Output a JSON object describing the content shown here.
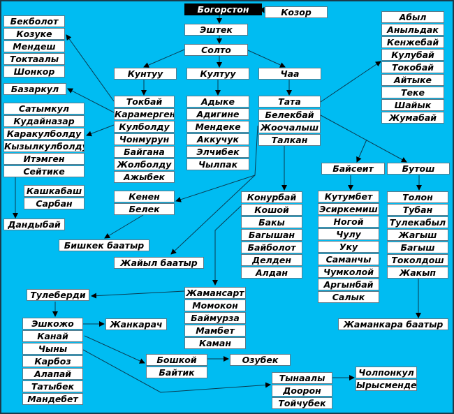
{
  "groups": {
    "root": [
      "Богорстон"
    ],
    "kozor": [
      "Козор"
    ],
    "eshtek": [
      "Эштек"
    ],
    "solto": [
      "Солто"
    ],
    "kuntuu": [
      "Кунтуу"
    ],
    "kultuu": [
      "Култуу"
    ],
    "chaa": [
      "Чаа"
    ],
    "tokbai": [
      "Токбай",
      "Карамерген",
      "Кулболду",
      "Чонмурун",
      "Байгана",
      "Жолболду",
      "Ажыбек"
    ],
    "adyke": [
      "Адыке",
      "Адигине",
      "Мендеке",
      "Аккучук",
      "Элчибек",
      "Чылпак"
    ],
    "tata": [
      "Тата"
    ],
    "belekbai": [
      "Белекбай",
      "Жоочалыш",
      "Талкан"
    ],
    "abyl": [
      "Абыл",
      "Аныльдак",
      "Кенжебай",
      "Кулубай",
      "Токобай",
      "Айтыке",
      "Теке",
      "Шайык",
      "Жумабай"
    ],
    "bekbolot": [
      "Бекболот",
      "Козуке",
      "Мендеш",
      "Токтаалы",
      "Шонкор"
    ],
    "bazarkul": [
      "Базаркул"
    ],
    "satymkul": [
      "Сатымкул",
      "Кудайназар",
      "Каракулболду",
      "Кызылкулболду",
      "Итэмген",
      "Сейтике"
    ],
    "kashkabash": [
      "Кашкабаш",
      "Сарбан"
    ],
    "dandybai": [
      "Дандыбай"
    ],
    "kenen": [
      "Кенен",
      "Белек"
    ],
    "bishkek": [
      "Бишкек баатыр"
    ],
    "jaiyl": [
      "Жайыл баатыр"
    ],
    "konurbai": [
      "Конурбай",
      "Кошой",
      "Бакы",
      "Багышан",
      "Байболот",
      "Делден",
      "Алдан"
    ],
    "baiseit": [
      "Байсеит"
    ],
    "butosh": [
      "Бутош"
    ],
    "kutumbet": [
      "Кутумбет",
      "Эсиркемиш",
      "Ногой",
      "Чулу",
      "Уку",
      "Саманчы",
      "Чумколой",
      "Аргынбай",
      "Салык"
    ],
    "tolon": [
      "Толон",
      "Тубан",
      "Тулекабыл",
      "Жагыш",
      "Багыш",
      "Токолдош",
      "Жакып"
    ],
    "jamankara": [
      "Жаманкара баатыр"
    ],
    "jamansart": [
      "Жамансарт",
      "Момокон",
      "Баймурза",
      "Мамбет",
      "Каман"
    ],
    "tuleberdi": [
      "Тулеберди"
    ],
    "eshkojo": [
      "Эшкожо",
      "Канай",
      "Чыны",
      "Карбоз",
      "Алапай",
      "Татыбек",
      "Мандебет"
    ],
    "jankarach": [
      "Жанкарач"
    ],
    "boshkoi": [
      "Бошкой",
      "Байтик"
    ],
    "ozubek": [
      "Озубек"
    ],
    "tynaaly": [
      "Тынаалы",
      "Доорон",
      "Тойчубек"
    ],
    "cholponkul": [
      "Чолпонкул",
      "Ырысменде"
    ]
  }
}
